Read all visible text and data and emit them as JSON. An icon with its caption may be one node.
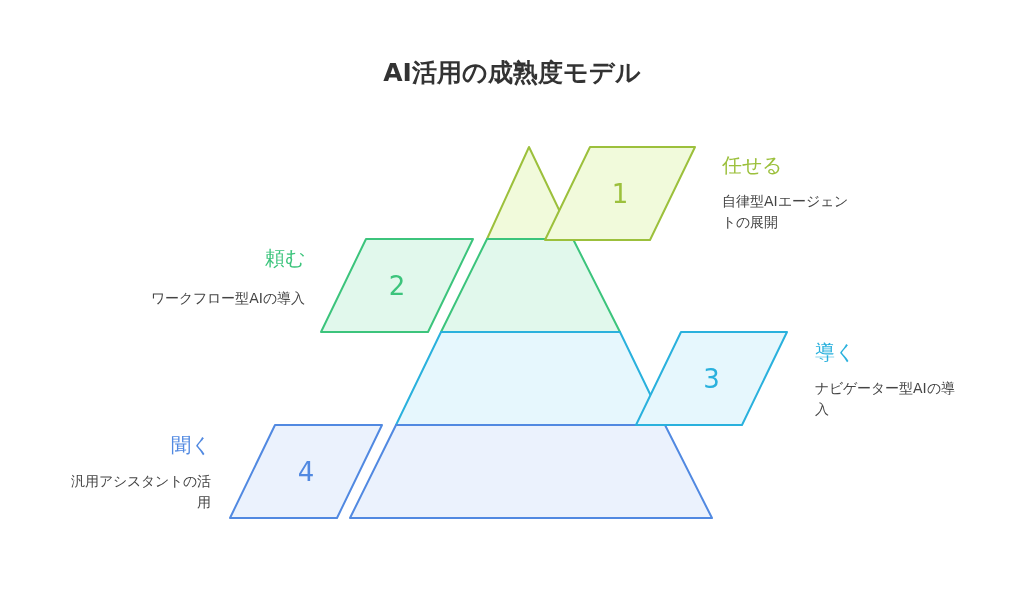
{
  "diagram": {
    "title": "AI活用の成熟度モデル",
    "nodes": [
      {
        "text": [
          "1"
        ],
        "beside": [
          "任せる",
          "自律型AIエージェントの展開"
        ]
      },
      {
        "text": [
          "2"
        ],
        "beside": [
          "頼む",
          "ワークフロー型AIの導入"
        ]
      },
      {
        "text": [
          "3"
        ],
        "beside": [
          "導く",
          "ナビゲーター型AIの導入"
        ]
      },
      {
        "text": [
          "4"
        ],
        "beside": [
          "聞く",
          "汎用アシスタントの活用"
        ]
      }
    ],
    "edges": []
  }
}
